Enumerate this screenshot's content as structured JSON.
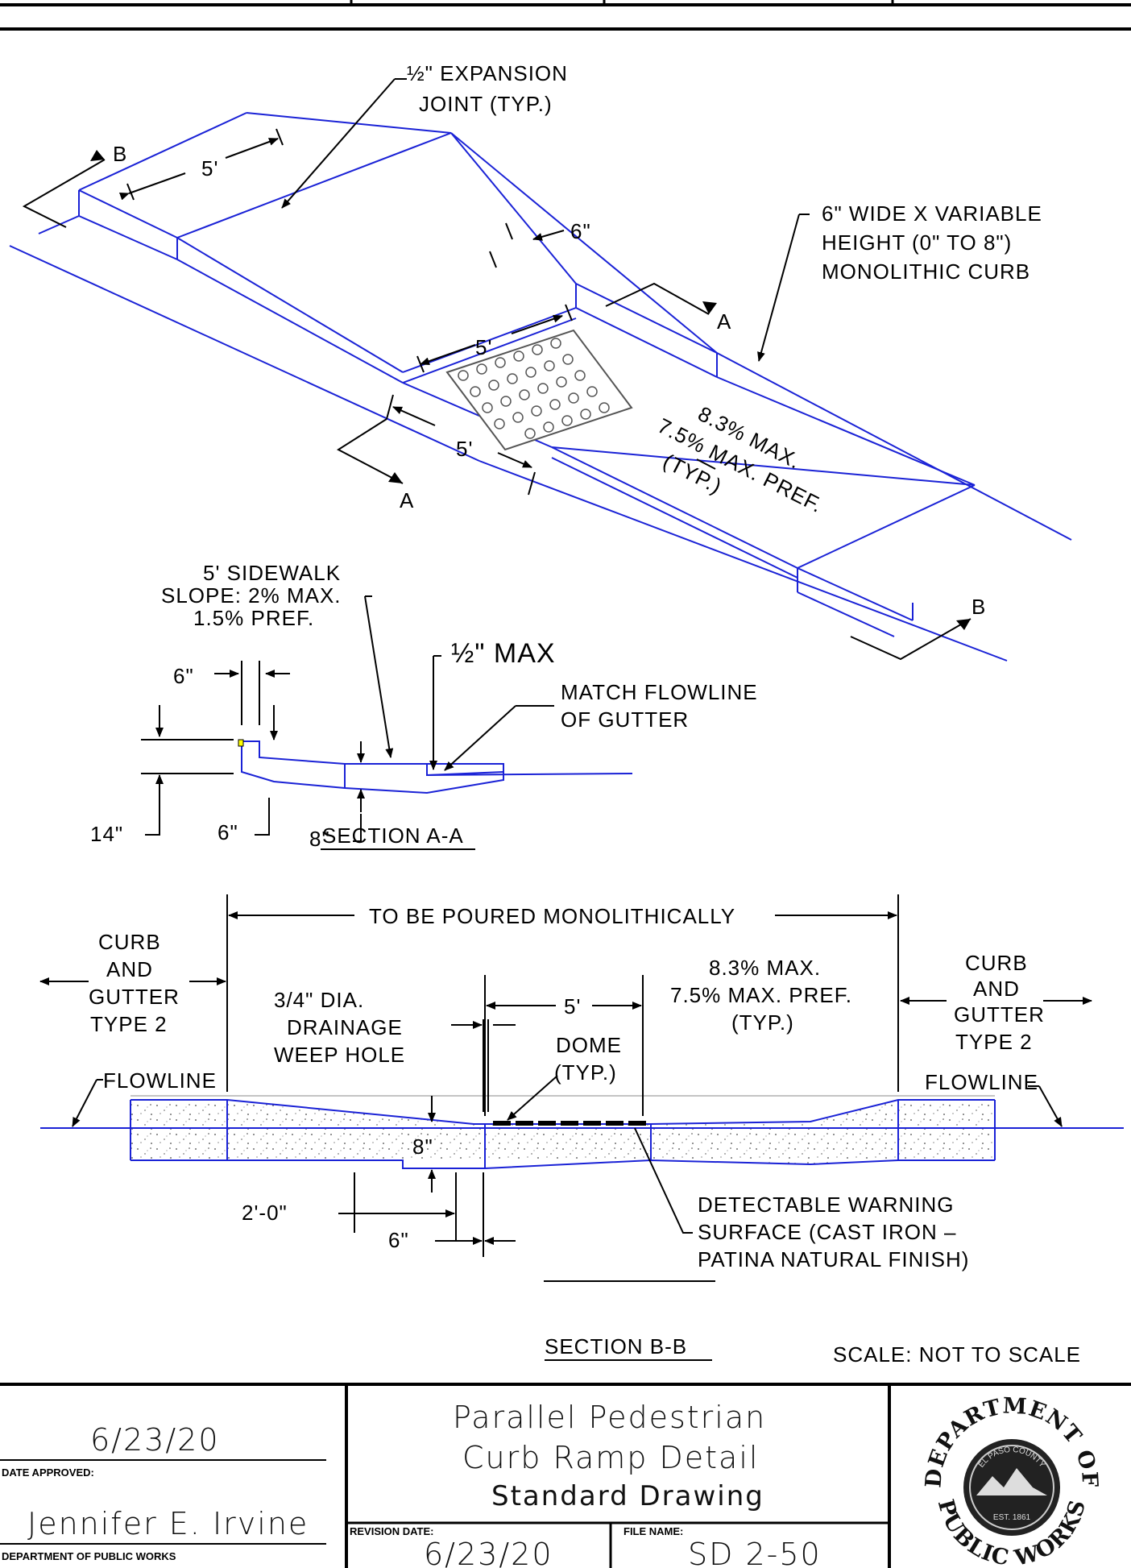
{
  "callouts": {
    "expansion_joint_1": "½\" EXPANSION",
    "expansion_joint_2": "JOINT (TYP.)",
    "curb_1": "6\" WIDE X VARIABLE",
    "curb_2": "HEIGHT (0\" TO 8\")",
    "curb_3": "MONOLITHIC CURB",
    "dim_5ft_top": "5'",
    "dim_6in_top": "6\"",
    "dim_5ft_mid": "5'",
    "dim_5ft_low": "5'",
    "slope_1": "8.3% MAX.",
    "slope_2": "7.5% MAX. PREF.",
    "slope_3": "(TYP.)",
    "sec_b": "B",
    "sec_a": "A"
  },
  "section_aa": {
    "sidewalk_1": "5' SIDEWALK",
    "sidewalk_2": "SLOPE: 2% MAX.",
    "sidewalk_3": "1.5% PREF.",
    "half_max": "½\" MAX",
    "match_1": "MATCH FLOWLINE",
    "match_2": "OF GUTTER",
    "dim_6_top": "6\"",
    "dim_14": "14\"",
    "dim_6_bot": "6\"",
    "dim_8": "8\"",
    "title": "SECTION A-A"
  },
  "section_bb": {
    "poured": "TO BE POURED MONOLITHICALLY",
    "curb_left_1": "CURB",
    "curb_left_2": "AND",
    "curb_left_3": "GUTTER",
    "curb_left_4": "TYPE 2",
    "curb_right_1": "CURB",
    "curb_right_2": "AND",
    "curb_right_3": "GUTTER",
    "curb_right_4": "TYPE 2",
    "weep_1": "3/4\" DIA.",
    "weep_2": "DRAINAGE",
    "weep_3": "WEEP HOLE",
    "dim_5": "5'",
    "slope_1": "8.3% MAX.",
    "slope_2": "7.5% MAX. PREF.",
    "slope_3": "(TYP.)",
    "dome_1": "DOME",
    "dome_2": "(TYP.)",
    "flowline_left": "FLOWLINE",
    "flowline_right": "FLOWLINE",
    "dim_8": "8\"",
    "dim_2ft": "2'-0\"",
    "dim_6": "6\"",
    "warn_1": "DETECTABLE WARNING",
    "warn_2": "SURFACE (CAST IRON –",
    "warn_3": "PATINA NATURAL FINISH)",
    "title": "SECTION B-B",
    "scale": "SCALE: NOT TO SCALE"
  },
  "title_block": {
    "date": "6/23/20",
    "date_label": "DATE APPROVED:",
    "approver": "Jennifer E. Irvine",
    "dept_label": "DEPARTMENT OF PUBLIC WORKS",
    "title_1": "Parallel Pedestrian",
    "title_2": "Curb Ramp Detail",
    "subtitle": "Standard Drawing",
    "revision_label": "REVISION DATE:",
    "revision_date": "6/23/20",
    "file_label": "FILE NAME:",
    "file_name": "SD 2-50",
    "seal_top": "DEPARTMENT OF",
    "seal_bottom": "PUBLIC WORKS",
    "seal_inner": "EL PASO COUNTY",
    "seal_est": "EST. 1861"
  }
}
